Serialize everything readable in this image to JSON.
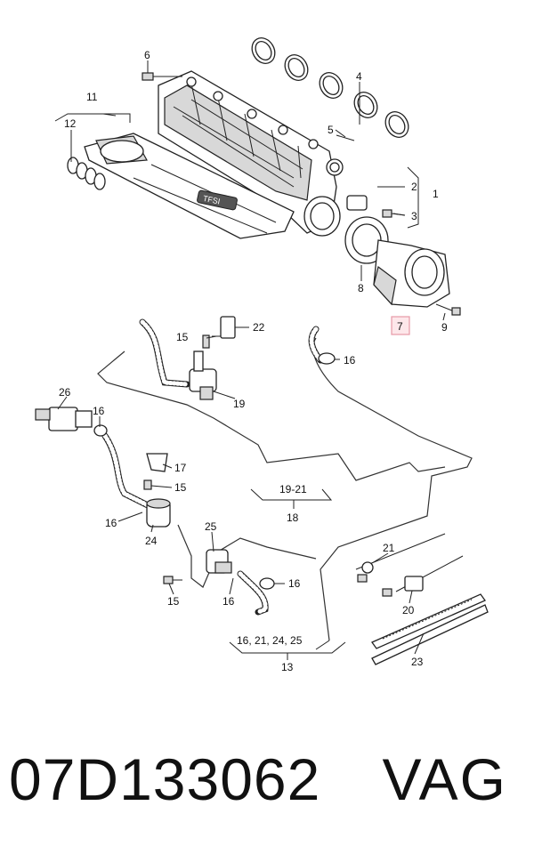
{
  "callouts": {
    "c1": "1",
    "c2": "2",
    "c3": "3",
    "c4": "4",
    "c5": "5",
    "c6": "6",
    "c7": "7",
    "c8": "8",
    "c9": "9",
    "c11": "11",
    "c12": "12",
    "c13": "13",
    "c13_group": "16, 21, 24, 25",
    "c15a": "15",
    "c15b": "15",
    "c15c": "15",
    "c16a": "16",
    "c16b": "16",
    "c16c": "16",
    "c16d": "16",
    "c16e": "16",
    "c17": "17",
    "c18": "18",
    "c18_group": "19-21",
    "c19": "19",
    "c20": "20",
    "c21": "21",
    "c22": "22",
    "c23": "23",
    "c24": "24",
    "c25": "25",
    "c26": "26"
  },
  "cover_text": "TFSI",
  "footer": {
    "part_number": "07D133062",
    "brand": "VAG"
  },
  "colors": {
    "highlight_fill": "#fde7ea",
    "highlight_stroke": "#e79aa6"
  }
}
